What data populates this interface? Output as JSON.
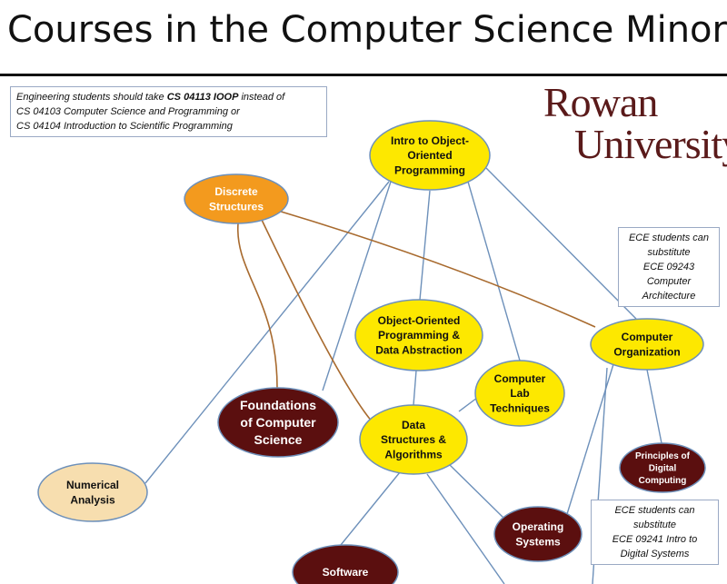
{
  "title": "Courses in the Computer Science Minor",
  "logo": {
    "line1": "Rowan",
    "line2": "University",
    "color": "#5a1a1a"
  },
  "notes": {
    "engineering": {
      "lines": [
        {
          "pre": "Engineering students should take ",
          "bold": "CS 04113 IOOP",
          "post": " instead of"
        },
        {
          "pre": "CS 04103 Computer Science and Programming or",
          "bold": "",
          "post": ""
        },
        {
          "pre": "CS 04104 Introduction to Scientific Programming",
          "bold": "",
          "post": ""
        }
      ]
    },
    "ece_arch": [
      "ECE students can",
      "substitute",
      "ECE 09243",
      "Computer",
      "Architecture"
    ],
    "ece_digital": [
      "ECE students can",
      "substitute",
      "ECE 09241 Intro to",
      "Digital Systems"
    ]
  },
  "colors": {
    "yellow": "#fde800",
    "orange": "#f39a1e",
    "maroon": "#5b0f0f",
    "tan": "#f7deaf",
    "blue_edge": "#6d90ba",
    "brown_edge": "#a86a2e"
  },
  "nodes": [
    {
      "id": "ioop",
      "lines": [
        "Intro to Object-",
        "Oriented",
        "Programming"
      ],
      "fill": "yellow",
      "text": "#111111"
    },
    {
      "id": "discrete",
      "lines": [
        "Discrete",
        "Structures"
      ],
      "fill": "orange",
      "text": "#ffffff"
    },
    {
      "id": "oopda",
      "lines": [
        "Object-Oriented",
        "Programming &",
        "Data Abstraction"
      ],
      "fill": "yellow",
      "text": "#111111"
    },
    {
      "id": "comporg",
      "lines": [
        "Computer",
        "Organization"
      ],
      "fill": "yellow",
      "text": "#111111"
    },
    {
      "id": "lab",
      "lines": [
        "Computer",
        "Lab",
        "Techniques"
      ],
      "fill": "yellow",
      "text": "#111111"
    },
    {
      "id": "foundations",
      "lines": [
        "Foundations",
        "of Computer",
        "Science"
      ],
      "fill": "maroon",
      "text": "#ffffff"
    },
    {
      "id": "dsa",
      "lines": [
        "Data",
        "Structures &",
        "Algorithms"
      ],
      "fill": "yellow",
      "text": "#111111"
    },
    {
      "id": "pdc",
      "lines": [
        "Principles of",
        "Digital",
        "Computing"
      ],
      "fill": "maroon",
      "text": "#ffffff"
    },
    {
      "id": "numerical",
      "lines": [
        "Numerical",
        "Analysis"
      ],
      "fill": "tan",
      "text": "#111111"
    },
    {
      "id": "os",
      "lines": [
        "Operating",
        "Systems"
      ],
      "fill": "maroon",
      "text": "#ffffff"
    },
    {
      "id": "software",
      "lines": [
        "Software"
      ],
      "fill": "maroon",
      "text": "#ffffff"
    }
  ],
  "edges": [
    {
      "from": "ioop",
      "to": "oopda",
      "color": "blue_edge"
    },
    {
      "from": "ioop",
      "to": "lab",
      "color": "blue_edge"
    },
    {
      "from": "ioop",
      "to": "comporg",
      "color": "blue_edge"
    },
    {
      "from": "ioop",
      "to": "foundations",
      "color": "blue_edge"
    },
    {
      "from": "ioop",
      "to": "numerical",
      "color": "blue_edge"
    },
    {
      "from": "oopda",
      "to": "dsa",
      "color": "blue_edge"
    },
    {
      "from": "lab",
      "to": "dsa",
      "color": "blue_edge"
    },
    {
      "from": "comporg",
      "to": "pdc",
      "color": "blue_edge"
    },
    {
      "from": "comporg",
      "to": "os",
      "color": "blue_edge"
    },
    {
      "from": "comporg",
      "to": "offpage",
      "color": "blue_edge"
    },
    {
      "from": "dsa",
      "to": "software",
      "color": "blue_edge"
    },
    {
      "from": "dsa",
      "to": "os",
      "color": "blue_edge"
    },
    {
      "from": "dsa",
      "to": "offpage2",
      "color": "blue_edge"
    },
    {
      "from": "discrete",
      "to": "comporg",
      "color": "brown_edge"
    },
    {
      "from": "discrete",
      "to": "foundations",
      "color": "brown_edge"
    },
    {
      "from": "discrete",
      "to": "dsa",
      "color": "brown_edge"
    }
  ]
}
